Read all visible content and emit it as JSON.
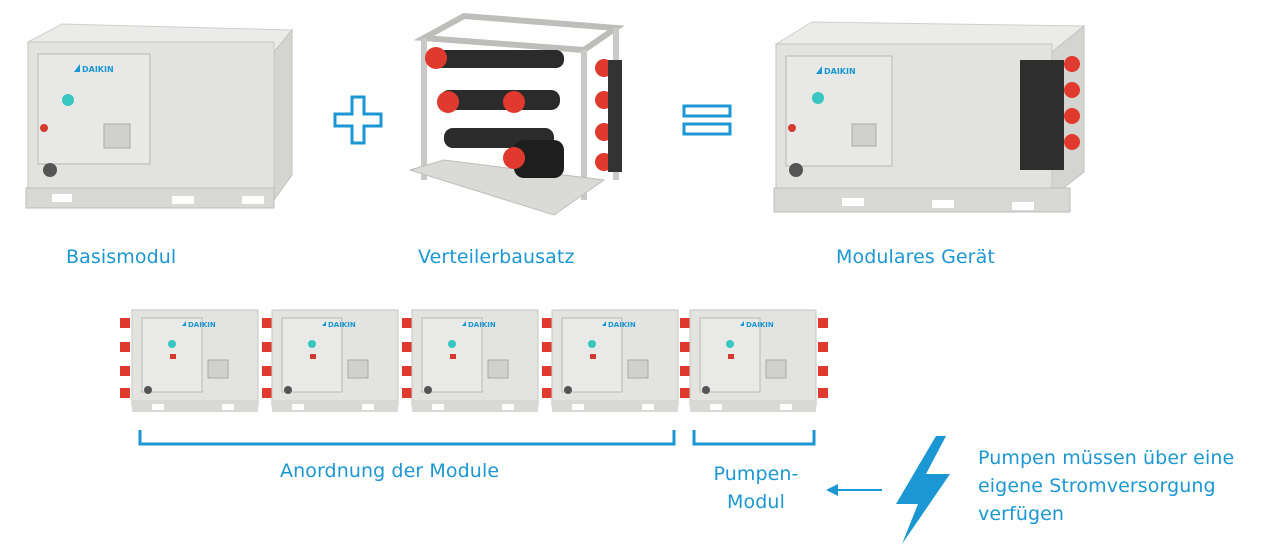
{
  "labels": {
    "basismodul": "Basismodul",
    "verteilerbausatz": "Verteilerbausatz",
    "modulares_geraet": "Modulares Gerät",
    "anordnung": "Anordnung der Module",
    "pumpen_modul_line1": "Pumpen-",
    "pumpen_modul_line2": "Modul",
    "power_note_line1": "Pumpen müssen über eine",
    "power_note_line2": "eigene Stromversorgung",
    "power_note_line3": "verfügen"
  },
  "brand": {
    "logo_text": "DAIKIN"
  },
  "colors": {
    "accent": "#1b97d4",
    "unit_body": "#e4e4e2",
    "unit_shadow": "#c9c9c6",
    "valve_red": "#e03a2e"
  },
  "icons": {
    "plus": "plus-icon",
    "equals": "equals-icon",
    "arrow": "arrow-left-icon",
    "lightning": "lightning-bolt-icon"
  },
  "arrangement": {
    "module_count": 4,
    "pump_module_count": 1
  }
}
